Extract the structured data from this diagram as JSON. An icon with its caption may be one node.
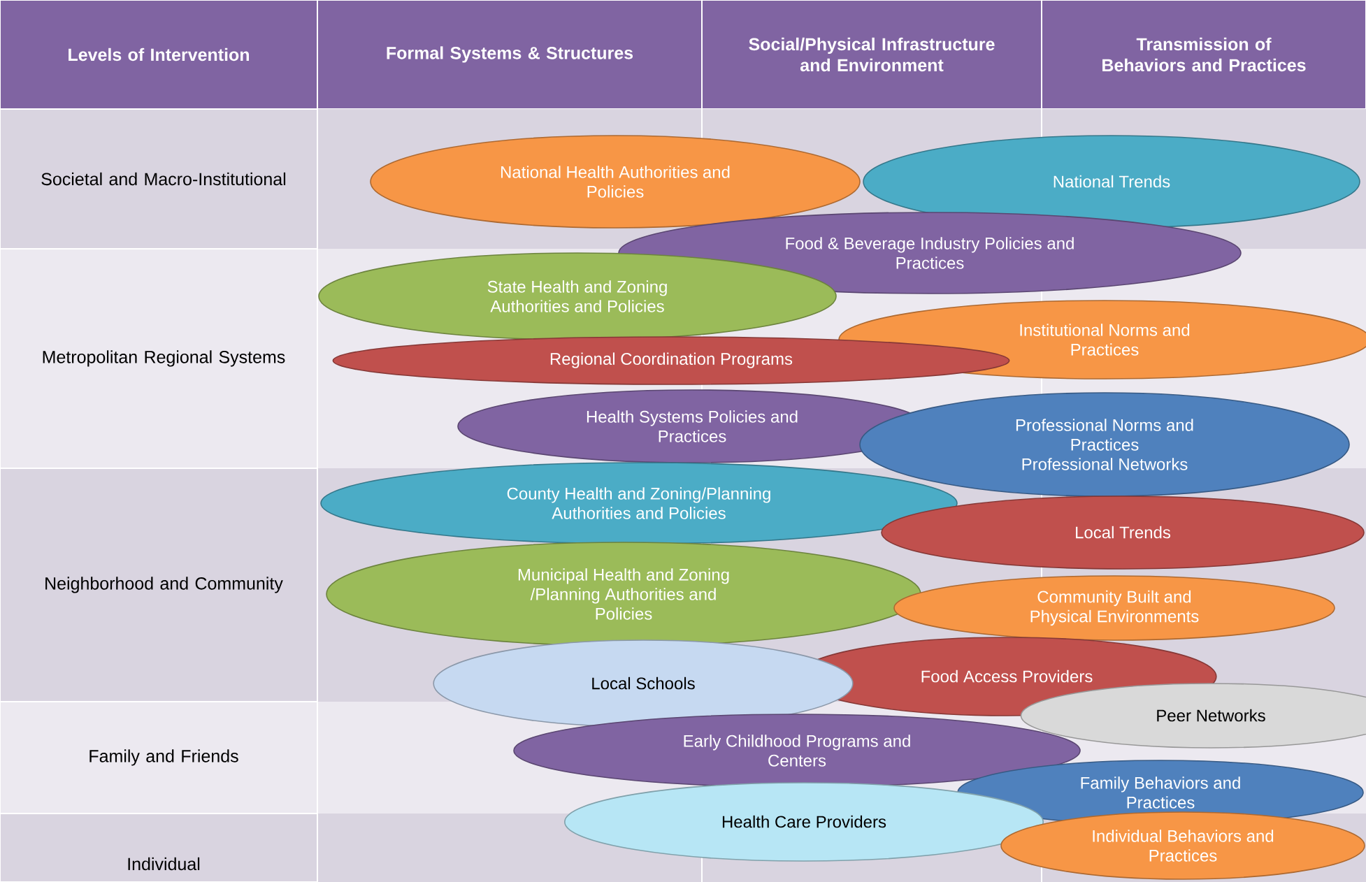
{
  "diagram": {
    "nodes": [
      {
        "text": [
          "National Health Authorities and Policies"
        ]
      },
      {
        "text": [
          "National Trends"
        ]
      },
      {
        "text": [
          "Food & Beverage Industry Policies and Practices"
        ]
      },
      {
        "text": [
          "State Health and Zoning Authorities and Policies"
        ]
      },
      {
        "text": [
          "Institutional Norms and Practices"
        ]
      },
      {
        "text": [
          "Regional Coordination Programs"
        ]
      },
      {
        "text": [
          "Health Systems Policies and Practices"
        ]
      },
      {
        "text": [
          "Professional Norms and Practices",
          "Professional Networks"
        ]
      },
      {
        "text": [
          "County Health and Zoning/Planning Authorities and Policies"
        ]
      },
      {
        "text": [
          "Local Trends"
        ]
      },
      {
        "text": [
          "Municipal Health and Zoning /Planning Authorities and Policies"
        ]
      },
      {
        "text": [
          "Community Built and Physical Environments"
        ]
      },
      {
        "text": [
          "Food Access Providers"
        ]
      },
      {
        "text": [
          "Local Schools"
        ]
      },
      {
        "text": [
          "Peer Networks"
        ]
      },
      {
        "text": [
          "Early Childhood Programs and Centers"
        ]
      },
      {
        "text": [
          "Family Behaviors and Practices"
        ]
      },
      {
        "text": [
          "Health Care Providers"
        ]
      },
      {
        "text": [
          "Individual Behaviors and Practices"
        ]
      }
    ],
    "labels": [
      "Levels of Intervention",
      "Formal Systems & Structures",
      "Social/Physical Infrastructure and Environment",
      "Transmission of Behaviors and Practices",
      "Societal and Macro-Institutional",
      "Metropolitan Regional Systems",
      "Neighborhood and Community",
      "Family and Friends",
      "Individual"
    ]
  }
}
